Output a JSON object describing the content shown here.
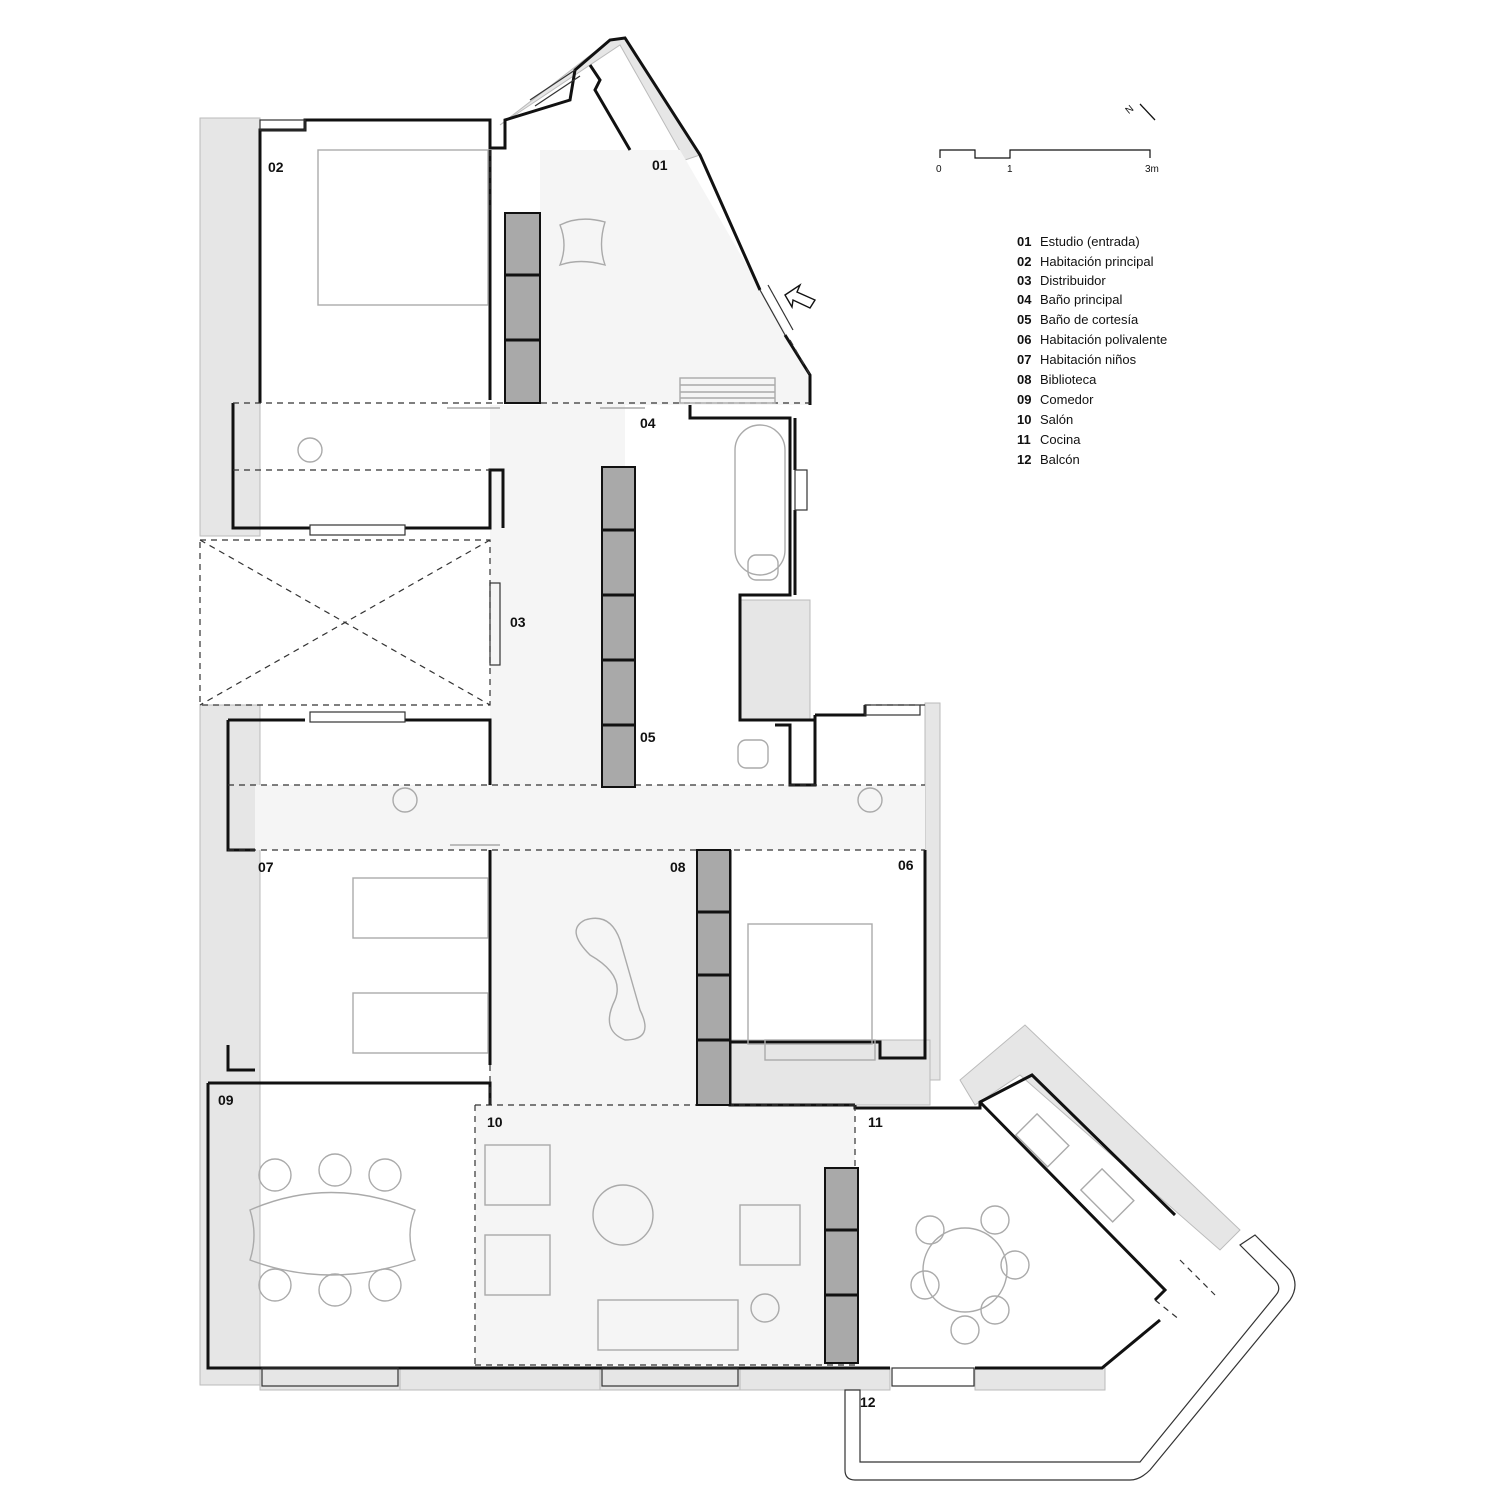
{
  "rooms": [
    {
      "code": "01",
      "name": "Estudio (entrada)"
    },
    {
      "code": "02",
      "name": "Habitación principal"
    },
    {
      "code": "03",
      "name": "Distribuidor"
    },
    {
      "code": "04",
      "name": "Baño principal"
    },
    {
      "code": "05",
      "name": "Baño de cortesía"
    },
    {
      "code": "06",
      "name": "Habitación polivalente"
    },
    {
      "code": "07",
      "name": "Habitación niños"
    },
    {
      "code": "08",
      "name": "Biblioteca"
    },
    {
      "code": "09",
      "name": "Comedor"
    },
    {
      "code": "10",
      "name": "Salón"
    },
    {
      "code": "11",
      "name": "Cocina"
    },
    {
      "code": "12",
      "name": "Balcón"
    }
  ],
  "scale": {
    "tick_0": "0",
    "tick_1": "1",
    "tick_3": "3m"
  },
  "north": "N"
}
